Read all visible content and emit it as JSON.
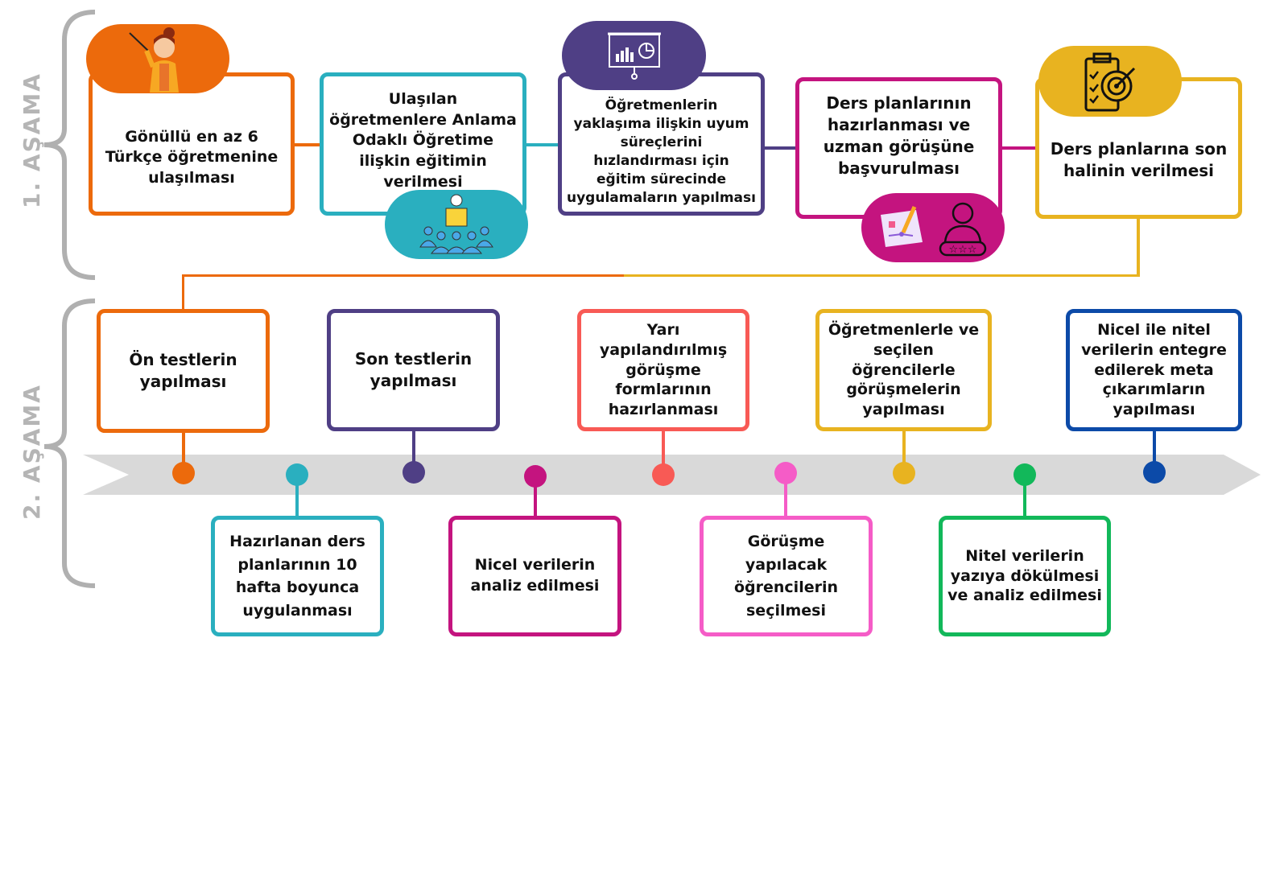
{
  "stages": {
    "stage1": "1. AŞAMA",
    "stage2": "2. AŞAMA"
  },
  "stage1_steps": [
    {
      "text": "Gönüllü en az 6 Türkçe öğretmenine ulaşılması",
      "color": "#ec6a0c",
      "icon": "teacher-icon"
    },
    {
      "text": "Ulaşılan öğretmenlere Anlama Odaklı Öğretime ilişkin eğitimin verilmesi",
      "color": "#2aafbf",
      "icon": "classroom-icon"
    },
    {
      "text": "Öğretmenlerin yaklaşıma ilişkin uyum süreçlerini hızlandırması için  eğitim sürecinde uygulamaların yapılması",
      "color": "#4f3f85",
      "icon": "presentation-chart-icon"
    },
    {
      "text": "Ders planlarının hazırlanması ve uzman görüşüne başvurulması",
      "color": "#c4147f",
      "icon": "plan-expert-icon"
    },
    {
      "text": "Ders planlarına son halinin verilmesi",
      "color": "#e8b320",
      "icon": "checklist-target-icon"
    }
  ],
  "stage2_steps": [
    {
      "text": "Ön testlerin yapılması",
      "color": "#ec6a0c"
    },
    {
      "text": "Hazırlanan ders planlarının 10 hafta boyunca uygulanması",
      "color": "#2aafbf"
    },
    {
      "text": "Son testlerin yapılması",
      "color": "#4f3f85"
    },
    {
      "text": "Nicel verilerin analiz edilmesi",
      "color": "#c4147f"
    },
    {
      "text": "Yarı yapılandırılmış görüşme formlarının hazırlanması",
      "color": "#f85a55"
    },
    {
      "text": "Görüşme yapılacak öğrencilerin seçilmesi",
      "color": "#f55cc7"
    },
    {
      "text": "Öğretmenlerle ve seçilen öğrencilerle görüşmelerin yapılması",
      "color": "#e8b320"
    },
    {
      "text": "Nitel verilerin yazıya dökülmesi ve analiz edilmesi",
      "color": "#12b85a"
    },
    {
      "text": "Nicel ile nitel verilerin entegre edilerek meta çıkarımların yapılması",
      "color": "#0c4aa8"
    }
  ]
}
